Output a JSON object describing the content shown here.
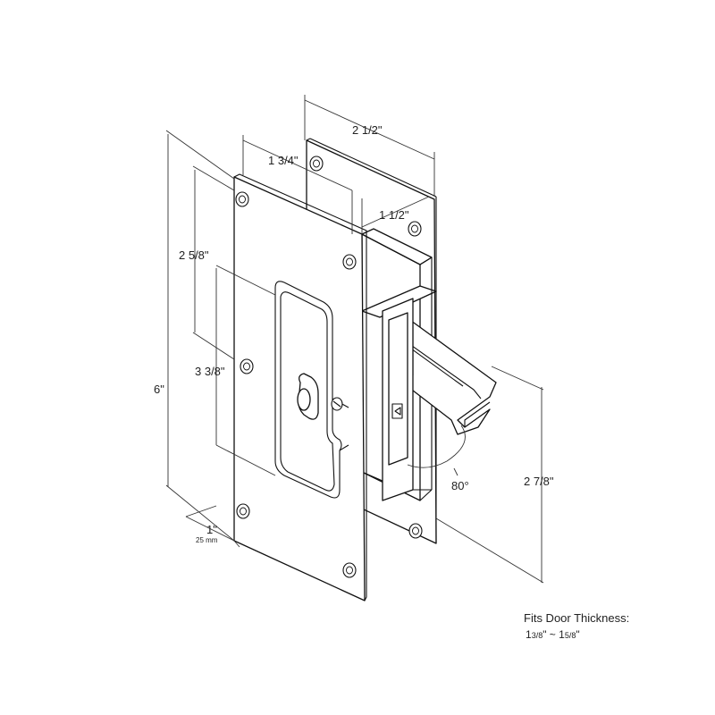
{
  "dimensions": {
    "width_outer": "2 1/2\"",
    "width_middle": "1 3/4\"",
    "width_inner": "1 1/2\"",
    "hole_spacing": "2 5/8\"",
    "cup_height": "3 3/8\"",
    "height_total": "6\"",
    "backset": "1\"",
    "backset_mm": "25 mm",
    "swing_angle": "80°",
    "latch_height": "2 7/8\""
  },
  "note": {
    "title": "Fits Door Thickness:",
    "range_a_whole": "1",
    "range_a_frac": "3/8",
    "range_sep": "\" ~ ",
    "range_b_whole": "1",
    "range_b_frac": "5/8",
    "range_end": "\""
  }
}
